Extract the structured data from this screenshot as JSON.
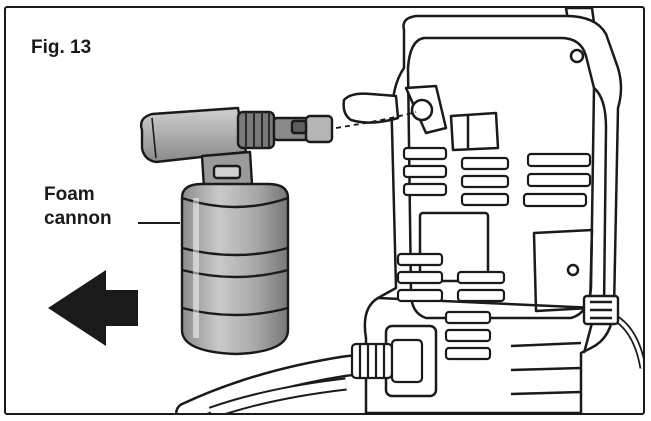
{
  "figure": {
    "title": "Fig. 13",
    "callout_line1": "Foam",
    "callout_line2": "cannon"
  },
  "colors": {
    "ink": "#1a1a1a",
    "cannon_grey": "#a3a3a3",
    "cannon_dark": "#5e5e5e",
    "washer_white": "#ffffff"
  },
  "icons": {
    "direction_arrow": "arrow-left-icon",
    "cannon": "foam-cannon-icon",
    "washer": "pressure-washer-icon",
    "hose": "hose-icon",
    "plug": "power-plug-icon"
  }
}
